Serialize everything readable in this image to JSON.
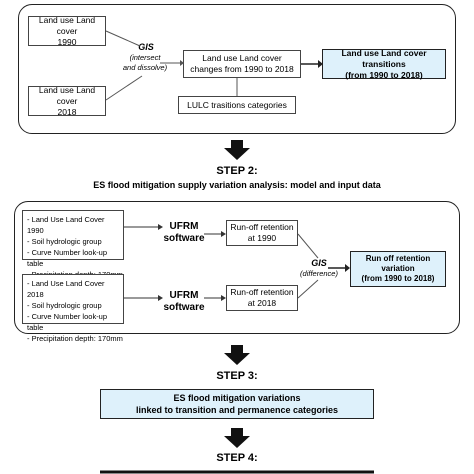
{
  "step1": {
    "box_lulc_1990": "Land use Land cover\n1990",
    "box_lulc_2018": "Land use Land cover\n2018",
    "gis_label": "GIS",
    "gis_sub": "(intersect\nand dissolve)",
    "box_changes": "Land use Land cover\nchanges from 1990 to 2018",
    "box_transitions": "Land use Land cover transitions\n(from 1990 to 2018)",
    "box_categories": "LULC trasitions categories"
  },
  "step2": {
    "title": "STEP 2:",
    "subtitle": "ES flood mitigation supply variation analysis: model and input data",
    "input_1990": "- Land Use Land Cover 1990\n- Soil hydrologic group\n- Curve Number look-up table\n- Precipitation depth: 170mm",
    "input_2018": "- Land Use Land Cover 2018\n- Soil hydrologic group\n- Curve Number look-up table\n- Precipitation depth: 170mm",
    "software_1990": "UFRM\nsoftware",
    "software_2018": "UFRM\nsoftware",
    "runoff_1990": "Run-off retention\nat 1990",
    "runoff_2018": "Run-off retention\nat 2018",
    "gis_label": "GIS",
    "gis_sub": "(difference)",
    "box_variation": "Run off retention\nvariation\n(from 1990 to 2018)"
  },
  "step3": {
    "title": "STEP 3:",
    "box_text": "ES flood mitigation variations\nlinked to transition and permanence categories"
  },
  "step4": {
    "title": "STEP 4:"
  }
}
